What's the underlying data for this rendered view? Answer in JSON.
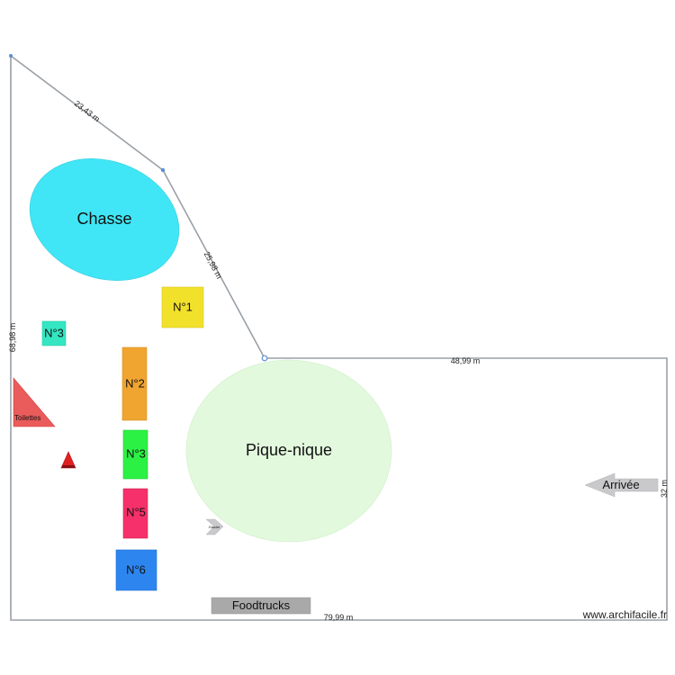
{
  "plan": {
    "dimensions": {
      "top_diagonal": "23,43 m",
      "middle_diagonal": "25,98 m",
      "left_side": "68,98 m",
      "inner_top": "48,99 m",
      "bottom": "79,99 m",
      "right_side": "32 m"
    },
    "zones": {
      "chasse": "Chasse",
      "pique_nique": "Pique-nique"
    },
    "stands": {
      "n1": "N°1",
      "n2": "N°2",
      "n3_left": "N°3",
      "n3_center": "N°3",
      "n5": "N°5",
      "n6": "N°6"
    },
    "toilettes": "Toilettes",
    "glacier": "Glacier",
    "arrivee": "Arrivée",
    "foodtrucks": "Foodtrucks",
    "colors": {
      "outline": "#9aa0a6",
      "chasse": "#40e6f5",
      "pique_nique": "#e2f9dd",
      "n1": "#f2e12a",
      "n2": "#f0a531",
      "n3_left": "#34e6c2",
      "n3_center": "#2cf145",
      "n5": "#f5306a",
      "n6": "#2d86f0",
      "toilettes": "#ea5b5b",
      "warning": "#e02020",
      "arrow_gray": "#c9c9cc",
      "foodtrucks": "#a9a9a9"
    }
  },
  "watermark": "www.archifacile.fr"
}
